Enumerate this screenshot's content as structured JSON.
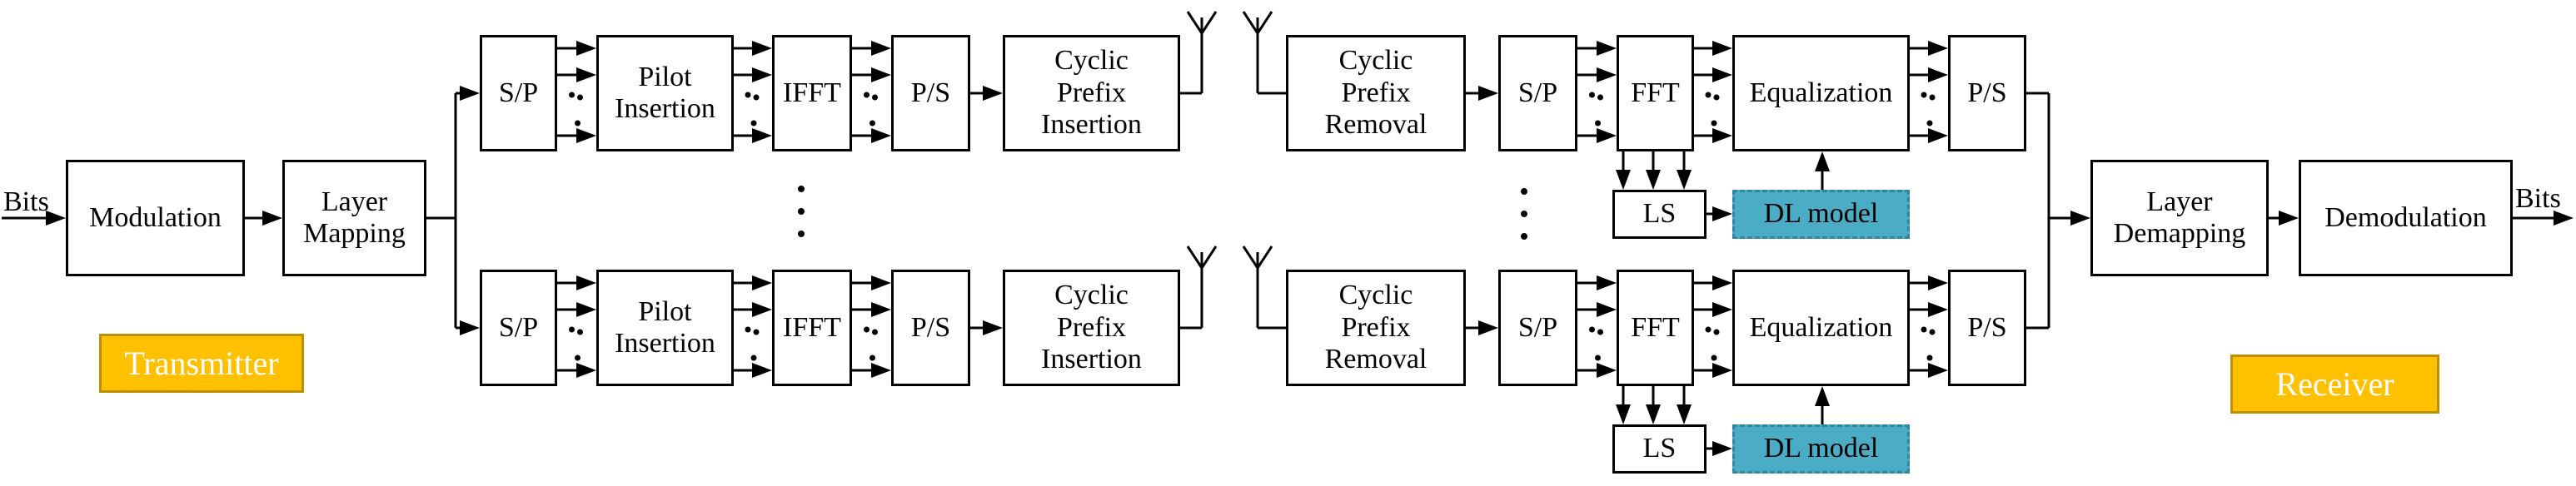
{
  "diagram": {
    "input_label": "Bits",
    "output_label": "Bits",
    "transmitter_tag": "Transmitter",
    "receiver_tag": "Receiver",
    "blocks": {
      "modulation": "Modulation",
      "layer_mapping": "Layer\nMapping",
      "serial_to_parallel": "S/P",
      "pilot_insertion": "Pilot\nInsertion",
      "ifft": "IFFT",
      "parallel_to_serial": "P/S",
      "cyclic_prefix_insertion": "Cyclic\nPrefix\nInsertion",
      "cyclic_prefix_removal": "Cyclic\nPrefix\nRemoval",
      "fft": "FFT",
      "equalization": "Equalization",
      "ls": "LS",
      "dl_model": "DL model",
      "layer_demapping": "Layer\nDemapping",
      "demodulation": "Demodulation"
    },
    "icons": {
      "antenna": "y-shaped-antenna-mast"
    },
    "colors": {
      "tag_fill": "#FFC000",
      "tag_border": "#BF8F00",
      "tag_text": "#FFFFFF",
      "dl_fill": "#4BACC6",
      "dl_border": "#31859C",
      "line": "#000000"
    }
  }
}
